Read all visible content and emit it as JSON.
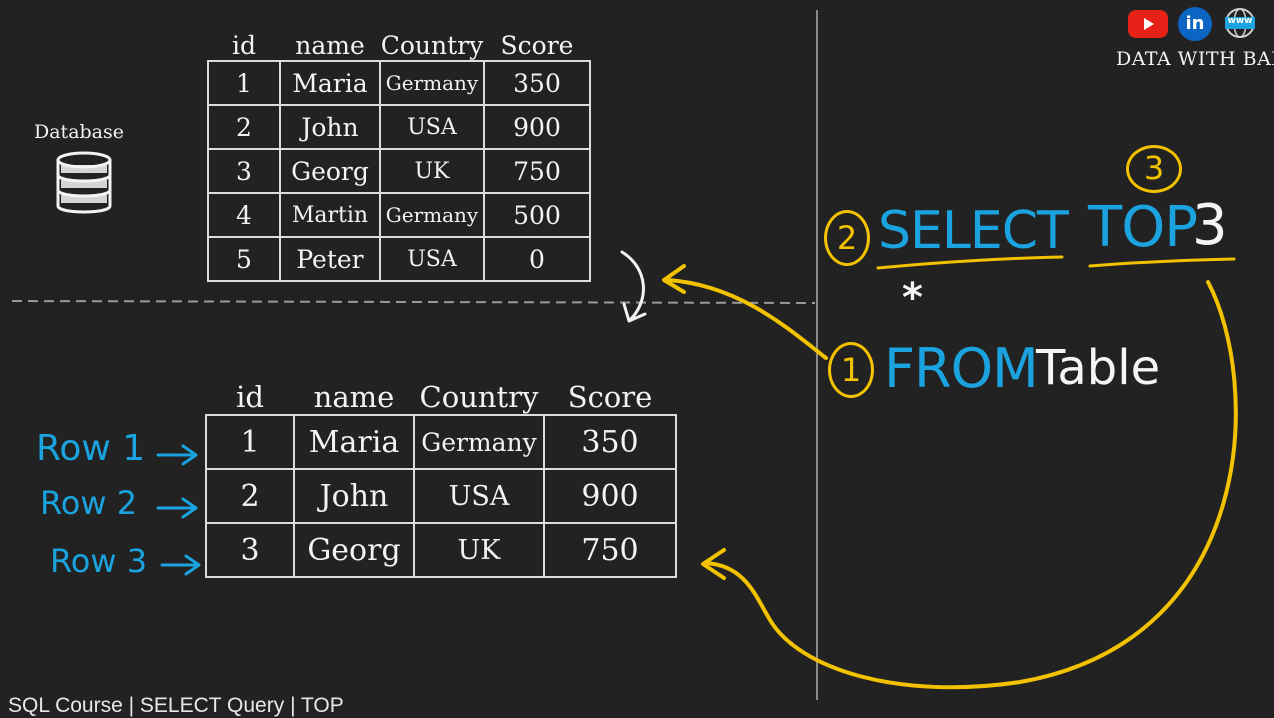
{
  "database_label": "Database",
  "columns": [
    "id",
    "name",
    "Country",
    "Score"
  ],
  "source_rows": [
    [
      "1",
      "Maria",
      "Germany",
      "350"
    ],
    [
      "2",
      "John",
      "USA",
      "900"
    ],
    [
      "3",
      "Georg",
      "UK",
      "750"
    ],
    [
      "4",
      "Martin",
      "Germany",
      "500"
    ],
    [
      "5",
      "Peter",
      "USA",
      "0"
    ]
  ],
  "result_rows": [
    [
      "1",
      "Maria",
      "Germany",
      "350"
    ],
    [
      "2",
      "John",
      "USA",
      "900"
    ],
    [
      "3",
      "Georg",
      "UK",
      "750"
    ]
  ],
  "row_labels": [
    "Row 1",
    "Row 2",
    "Row 3"
  ],
  "query": {
    "step_select": "2",
    "select": "SELECT",
    "top": "TOP",
    "top_n": "3",
    "step_top": "3",
    "star": "*",
    "step_from": "1",
    "from": "FROM",
    "table": "Table"
  },
  "brand": {
    "youtube_icon": "youtube-icon",
    "linkedin_text": "in",
    "website_icon": "www-globe-icon",
    "www_text": "www",
    "name": "DATA WITH BARAA"
  },
  "footer": "SQL Course  |  SELECT Query  |  TOP",
  "colors": {
    "background": "#222222",
    "chalk": "#f3f3f3",
    "blue": "#1aa3de",
    "yellow": "#f2c200",
    "youtube_red": "#e62117",
    "linkedin_blue": "#0a66c2"
  }
}
